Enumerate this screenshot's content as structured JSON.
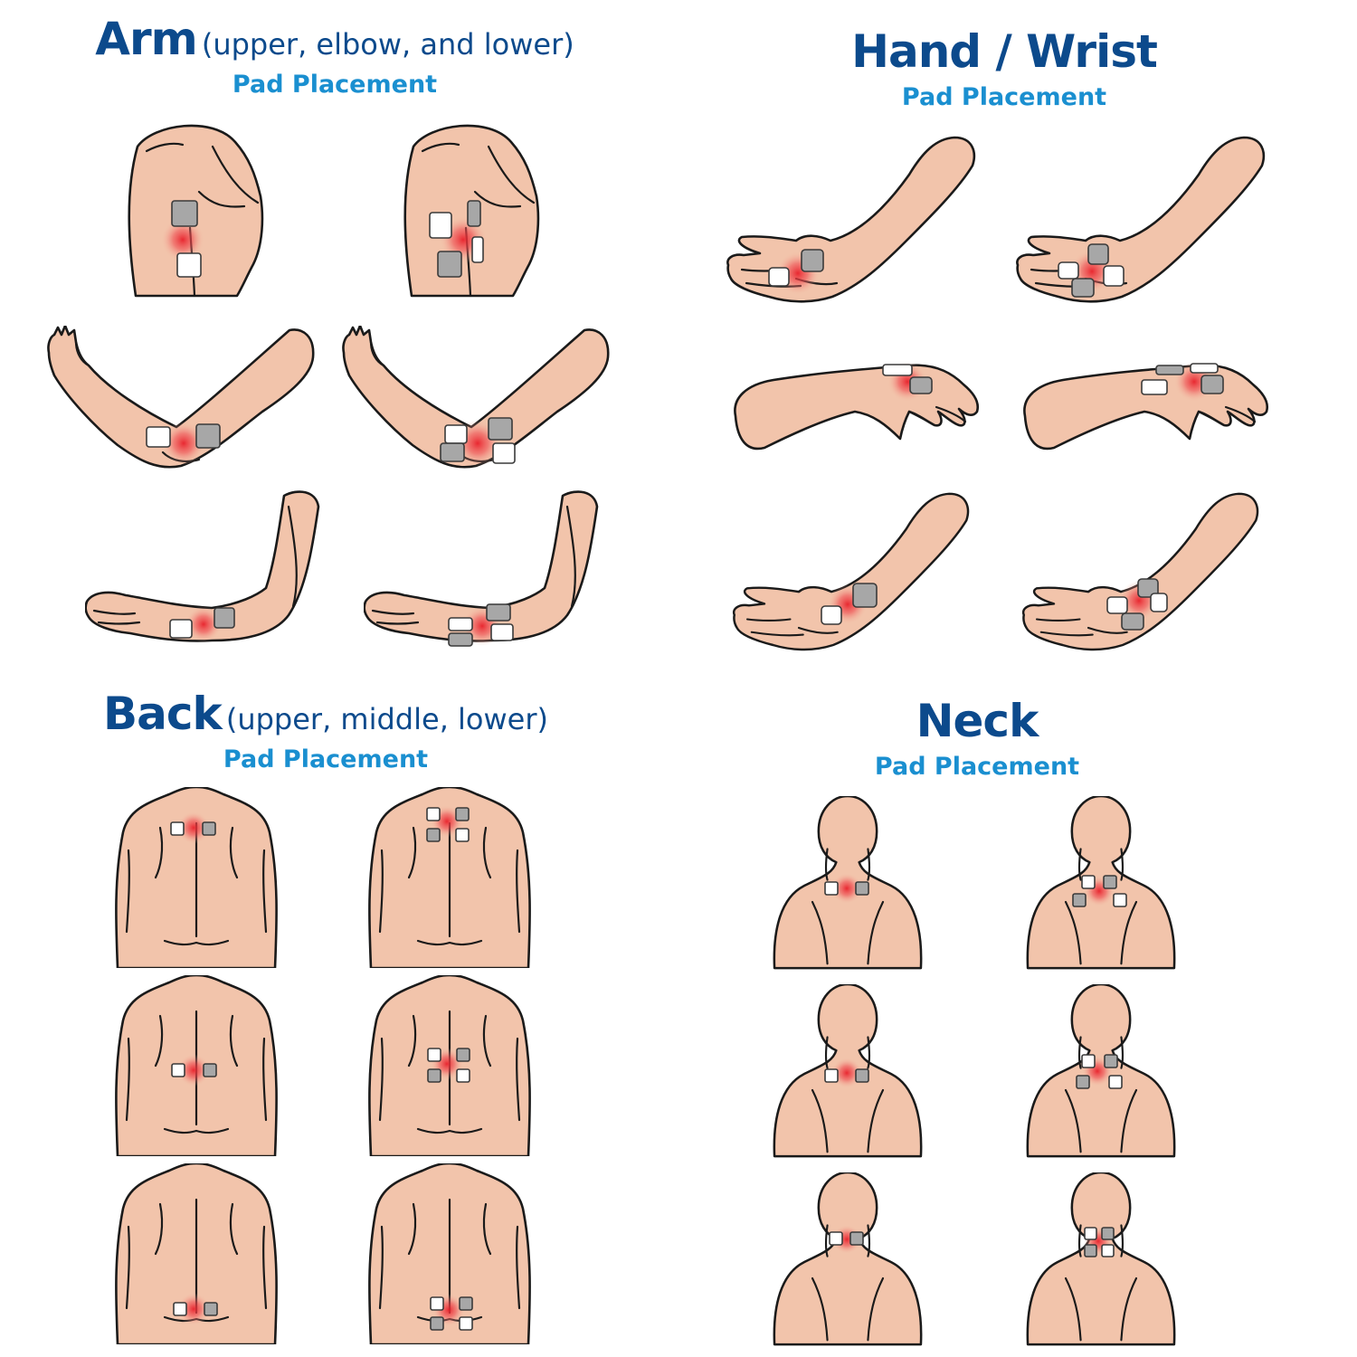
{
  "arm": {
    "title": "Arm",
    "qualifier": "(upper, elbow, and lower)",
    "subtitle": "Pad Placement"
  },
  "hand": {
    "title": "Hand / Wrist",
    "qualifier": "",
    "subtitle": "Pad Placement"
  },
  "back": {
    "title": "Back",
    "qualifier": "(upper, middle, lower)",
    "subtitle": "Pad Placement"
  },
  "neck": {
    "title": "Neck",
    "qualifier": "",
    "subtitle": "Pad Placement"
  },
  "colors": {
    "heading": "#0c4a8c",
    "subtitle": "#1a8fd0",
    "skin": "#f2c4ab",
    "pain": "#e8202a",
    "pad_white": "#ffffff",
    "pad_gray": "#a7a7a7"
  }
}
